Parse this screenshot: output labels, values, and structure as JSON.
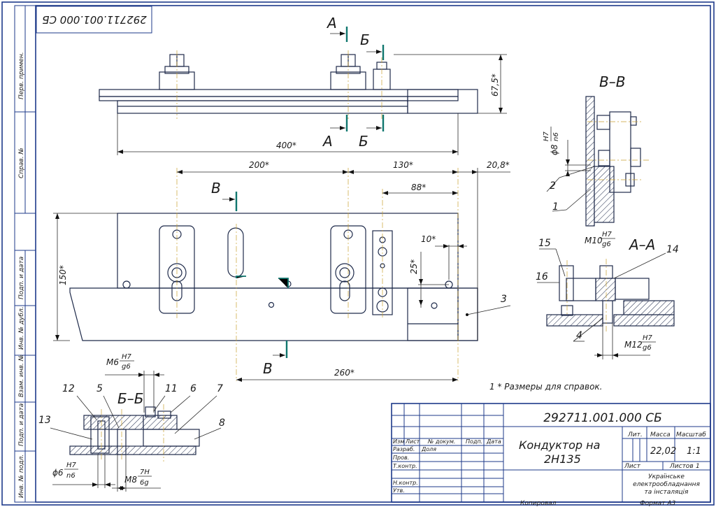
{
  "doc_number": "292711.001.000 СБ",
  "doc_number_stamp": "292711.001.000 СБ",
  "section_labels": {
    "a_top": "А",
    "a_bottom": "А",
    "b_top": "Б",
    "b_bottom": "Б",
    "v_left": "В",
    "v_bottom": "В",
    "view_vv": "В–В",
    "view_aa": "А–А",
    "view_bb": "Б–Б"
  },
  "dimensions": {
    "d_67_5": "67,5*",
    "d_400": "400*",
    "d_200": "200*",
    "d_130": "130*",
    "d_20_8": "20,8*",
    "d_88": "88*",
    "d_150": "150*",
    "d_10": "10*",
    "d_25": "25*",
    "d_260": "260*"
  },
  "fits": {
    "phi8": "ϕ8",
    "phi8_top": "H7",
    "phi8_bot": "n6",
    "m10": "M10",
    "m10_top": "H7",
    "m10_bot": "g6",
    "m12": "M12",
    "m12_top": "H7",
    "m12_bot": "g6",
    "m6": "M6",
    "m6_top": "H7",
    "m6_bot": "g6",
    "phi6": "ϕ6",
    "phi6_top": "H7",
    "phi6_bot": "n6",
    "m8": "M8",
    "m8_top": "7H",
    "m8_bot": "6g"
  },
  "callouts": [
    "1",
    "2",
    "3",
    "4",
    "5",
    "6",
    "7",
    "8",
    "11",
    "12",
    "13",
    "14",
    "15",
    "16"
  ],
  "note": "1  * Размеры для справок.",
  "side_strip": [
    "Перв. примен.",
    "Справ. №",
    "Подп. и дата",
    "Инв. № дубл.",
    "Взам. инв. №",
    "Подп. и дата",
    "Инв. № подл."
  ],
  "title_block": {
    "name_line1": "Кондуктор на",
    "name_line2": "2Н135",
    "lit_label": "Лит.",
    "mass_label": "Масса",
    "scale_label": "Масштаб",
    "mass": "22,02",
    "scale": "1:1",
    "sheet_label": "Лист",
    "sheets_label": "Листов",
    "sheets": "1",
    "org_line1": "Українське",
    "org_line2": "електрообладнання",
    "org_line3": "та інсталяція",
    "copied": "Копировал",
    "format": "Формат    А3",
    "head_cols": [
      "Изм",
      "Лист",
      "№ докум.",
      "Подп.",
      "Дата"
    ],
    "rows": [
      {
        "role": "Разраб.",
        "name": "Доля"
      },
      {
        "role": "Пров.",
        "name": ""
      },
      {
        "role": "Т.контр.",
        "name": ""
      },
      {
        "role": "",
        "name": ""
      },
      {
        "role": "Н.контр.",
        "name": ""
      },
      {
        "role": "Утв.",
        "name": ""
      }
    ]
  }
}
